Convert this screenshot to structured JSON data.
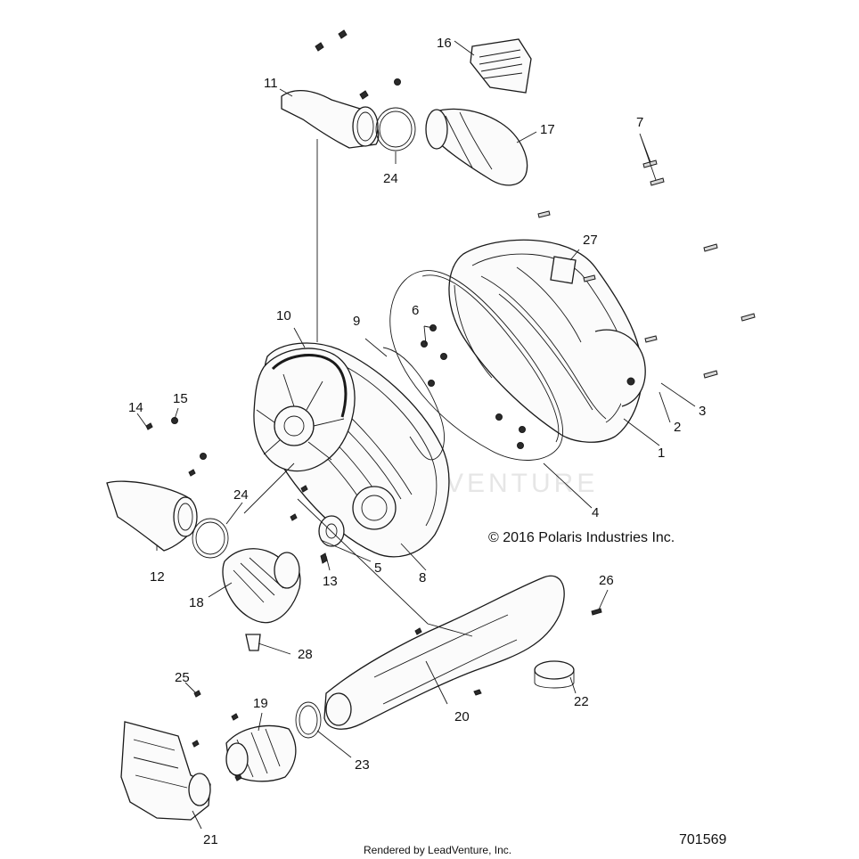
{
  "diagram": {
    "copyright": "© 2016 Polaris Industries Inc.",
    "rendered_by": "Rendered by LeadVenture, Inc.",
    "diagram_number": "701569",
    "watermark": "VENTURE",
    "callouts": [
      "1",
      "2",
      "3",
      "4",
      "5",
      "6",
      "7",
      "8",
      "9",
      "10",
      "11",
      "12",
      "13",
      "14",
      "15",
      "16",
      "17",
      "18",
      "19",
      "20",
      "21",
      "22",
      "23",
      "24",
      "24",
      "25",
      "26",
      "27",
      "28"
    ]
  }
}
